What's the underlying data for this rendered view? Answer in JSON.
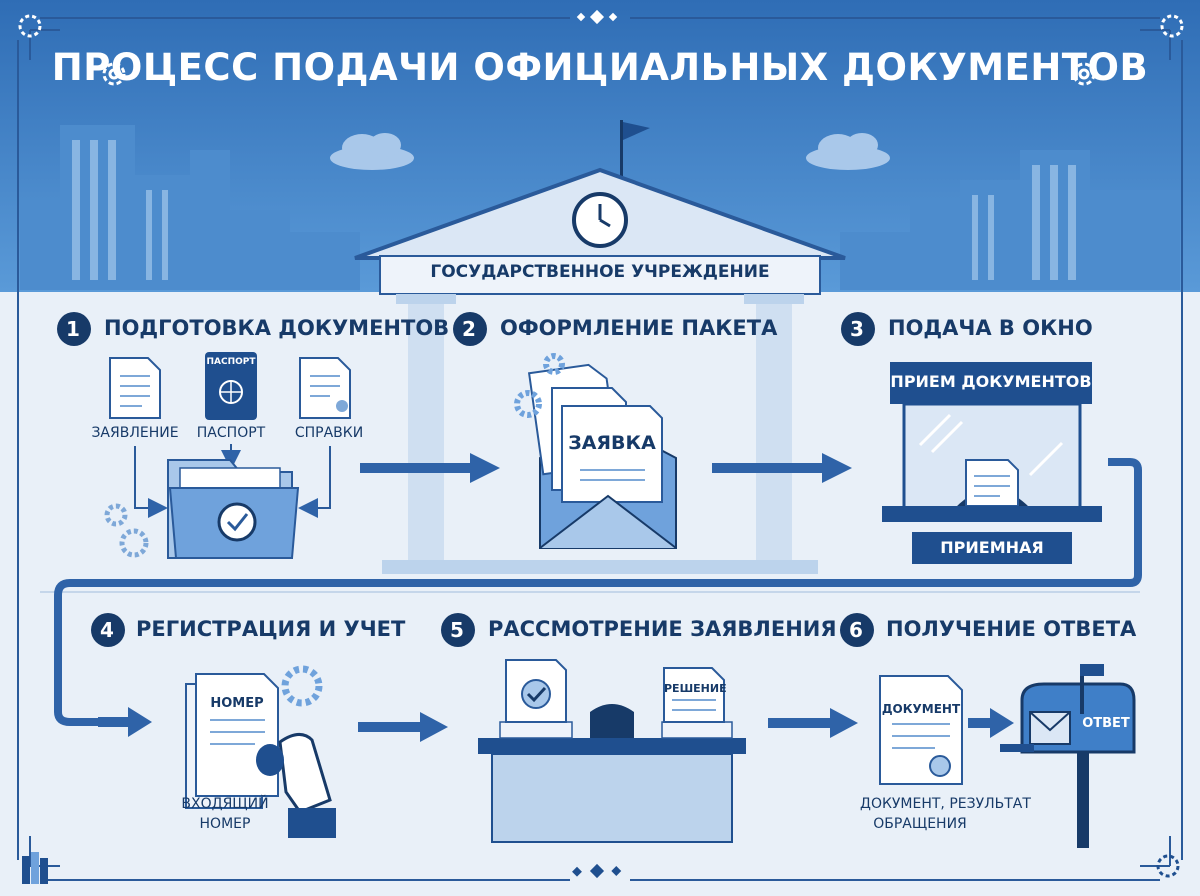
{
  "title": "ПРОЦЕСС ПОДАЧИ ОФИЦИАЛЬНЫХ ДОКУМЕНТОВ",
  "institution": "ГОСУДАРСТВЕННОЕ УЧРЕЖДЕНИЕ",
  "steps": [
    {
      "number": "1",
      "title": "ПОДГОТОВКА ДОКУМЕНТОВ"
    },
    {
      "number": "2",
      "title": "ОФОРМЛЕНИЕ ПАКЕТА"
    },
    {
      "number": "3",
      "title": "ПОДАЧА В ОКНО"
    },
    {
      "number": "4",
      "title": "РЕГИСТРАЦИЯ И УЧЕТ"
    },
    {
      "number": "5",
      "title": "РАССМОТРЕНИЕ ЗАЯВЛЕНИЯ"
    },
    {
      "number": "6",
      "title": "ПОЛУЧЕНИЕ ОТВЕТА"
    }
  ],
  "step1": {
    "application": "ЗАЯВЛЕНИЕ",
    "passport": "ПАСПОРТ",
    "passport_cover": "ПАСПОРТ",
    "certificates": "СПРАВКИ"
  },
  "step2": {
    "doc": "ЗАЯВКА"
  },
  "step3": {
    "window_sign": "ПРИЕМ ДОКУМЕНТОВ",
    "reception": "ПРИЕМНАЯ"
  },
  "step4": {
    "doc": "НОМЕР",
    "caption_line1": "ВХОДЯЩИЙ",
    "caption_line2": "НОМЕР"
  },
  "step5": {
    "doc": "РЕШЕНИЕ"
  },
  "step6": {
    "doc": "ДОКУМЕНТ",
    "mailbox": "ОТВЕТ",
    "caption_line1": "ДОКУМЕНТ, РЕЗУЛЬТАТ",
    "caption_line2": "ОБРАЩЕНИЯ"
  },
  "colors": {
    "banner": "#3a7cc4",
    "dark_blue": "#173a68",
    "light_bg": "#e9f0f8",
    "accent": "#3f7fc8"
  }
}
